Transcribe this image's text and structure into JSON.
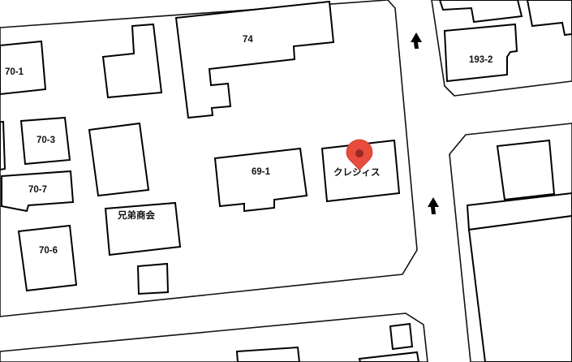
{
  "labels": {
    "l701": "70-1",
    "l74": "74",
    "l1932": "193-2",
    "l703": "70-3",
    "l691": "69-1",
    "lcre": "クレシィス",
    "l707": "70-7",
    "lkyo": "兄弟商会",
    "l706": "70-6"
  },
  "colors": {
    "pin": "#e94b3c",
    "road_bg": "#ffffff",
    "outline": "#000000"
  },
  "icons": {
    "marker": "map-pin-icon",
    "oneway": "one-way-arrow-icon"
  }
}
